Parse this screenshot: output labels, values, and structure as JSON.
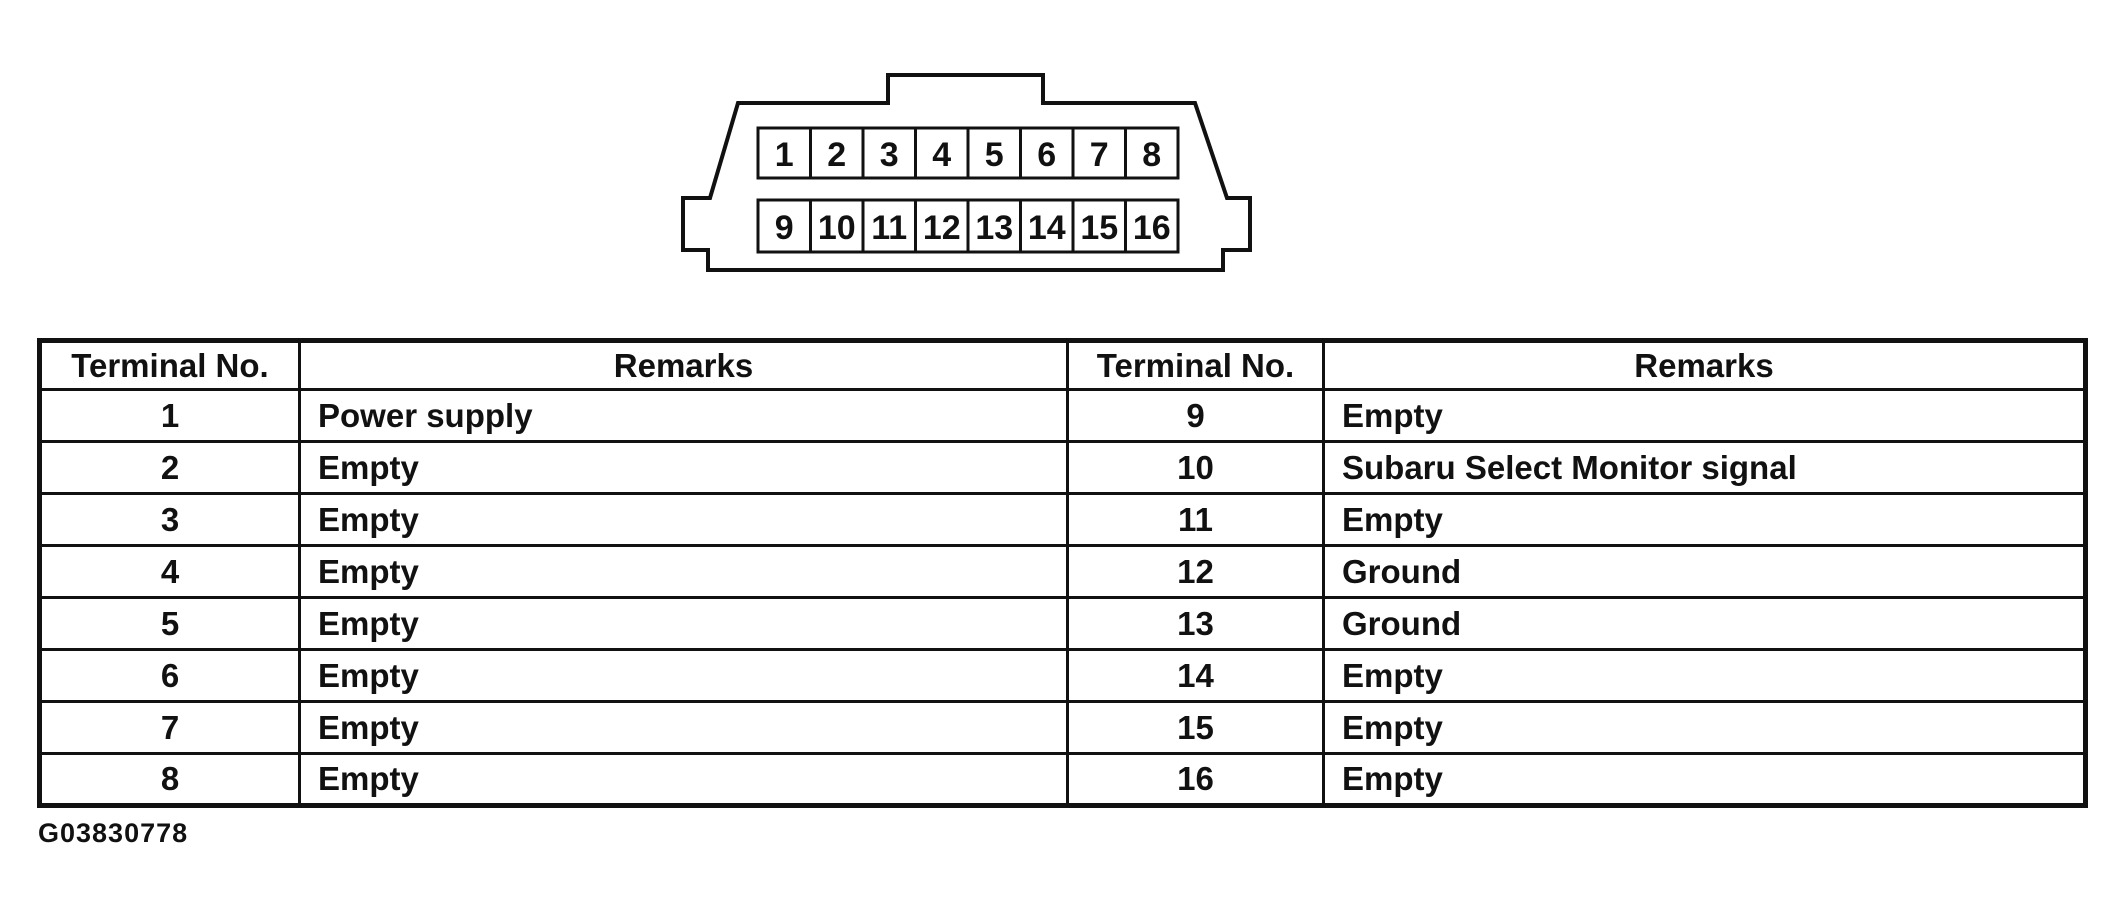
{
  "figure": {
    "id_label": "G03830778"
  },
  "connector": {
    "description": "16-pin connector front view",
    "pin_rows": [
      [
        "1",
        "2",
        "3",
        "4",
        "5",
        "6",
        "7",
        "8"
      ],
      [
        "9",
        "10",
        "11",
        "12",
        "13",
        "14",
        "15",
        "16"
      ]
    ]
  },
  "table": {
    "headers": {
      "terminal": "Terminal No.",
      "remarks": "Remarks"
    },
    "left_rows": [
      {
        "terminal": "1",
        "remark": "Power supply"
      },
      {
        "terminal": "2",
        "remark": "Empty"
      },
      {
        "terminal": "3",
        "remark": "Empty"
      },
      {
        "terminal": "4",
        "remark": "Empty"
      },
      {
        "terminal": "5",
        "remark": "Empty"
      },
      {
        "terminal": "6",
        "remark": "Empty"
      },
      {
        "terminal": "7",
        "remark": "Empty"
      },
      {
        "terminal": "8",
        "remark": "Empty"
      }
    ],
    "right_rows": [
      {
        "terminal": "9",
        "remark": "Empty"
      },
      {
        "terminal": "10",
        "remark": "Subaru Select Monitor signal"
      },
      {
        "terminal": "11",
        "remark": "Empty"
      },
      {
        "terminal": "12",
        "remark": "Ground"
      },
      {
        "terminal": "13",
        "remark": "Ground"
      },
      {
        "terminal": "14",
        "remark": "Empty"
      },
      {
        "terminal": "15",
        "remark": "Empty"
      },
      {
        "terminal": "16",
        "remark": "Empty"
      }
    ],
    "ink_color": "#111111",
    "paper_color": "#ffffff"
  }
}
